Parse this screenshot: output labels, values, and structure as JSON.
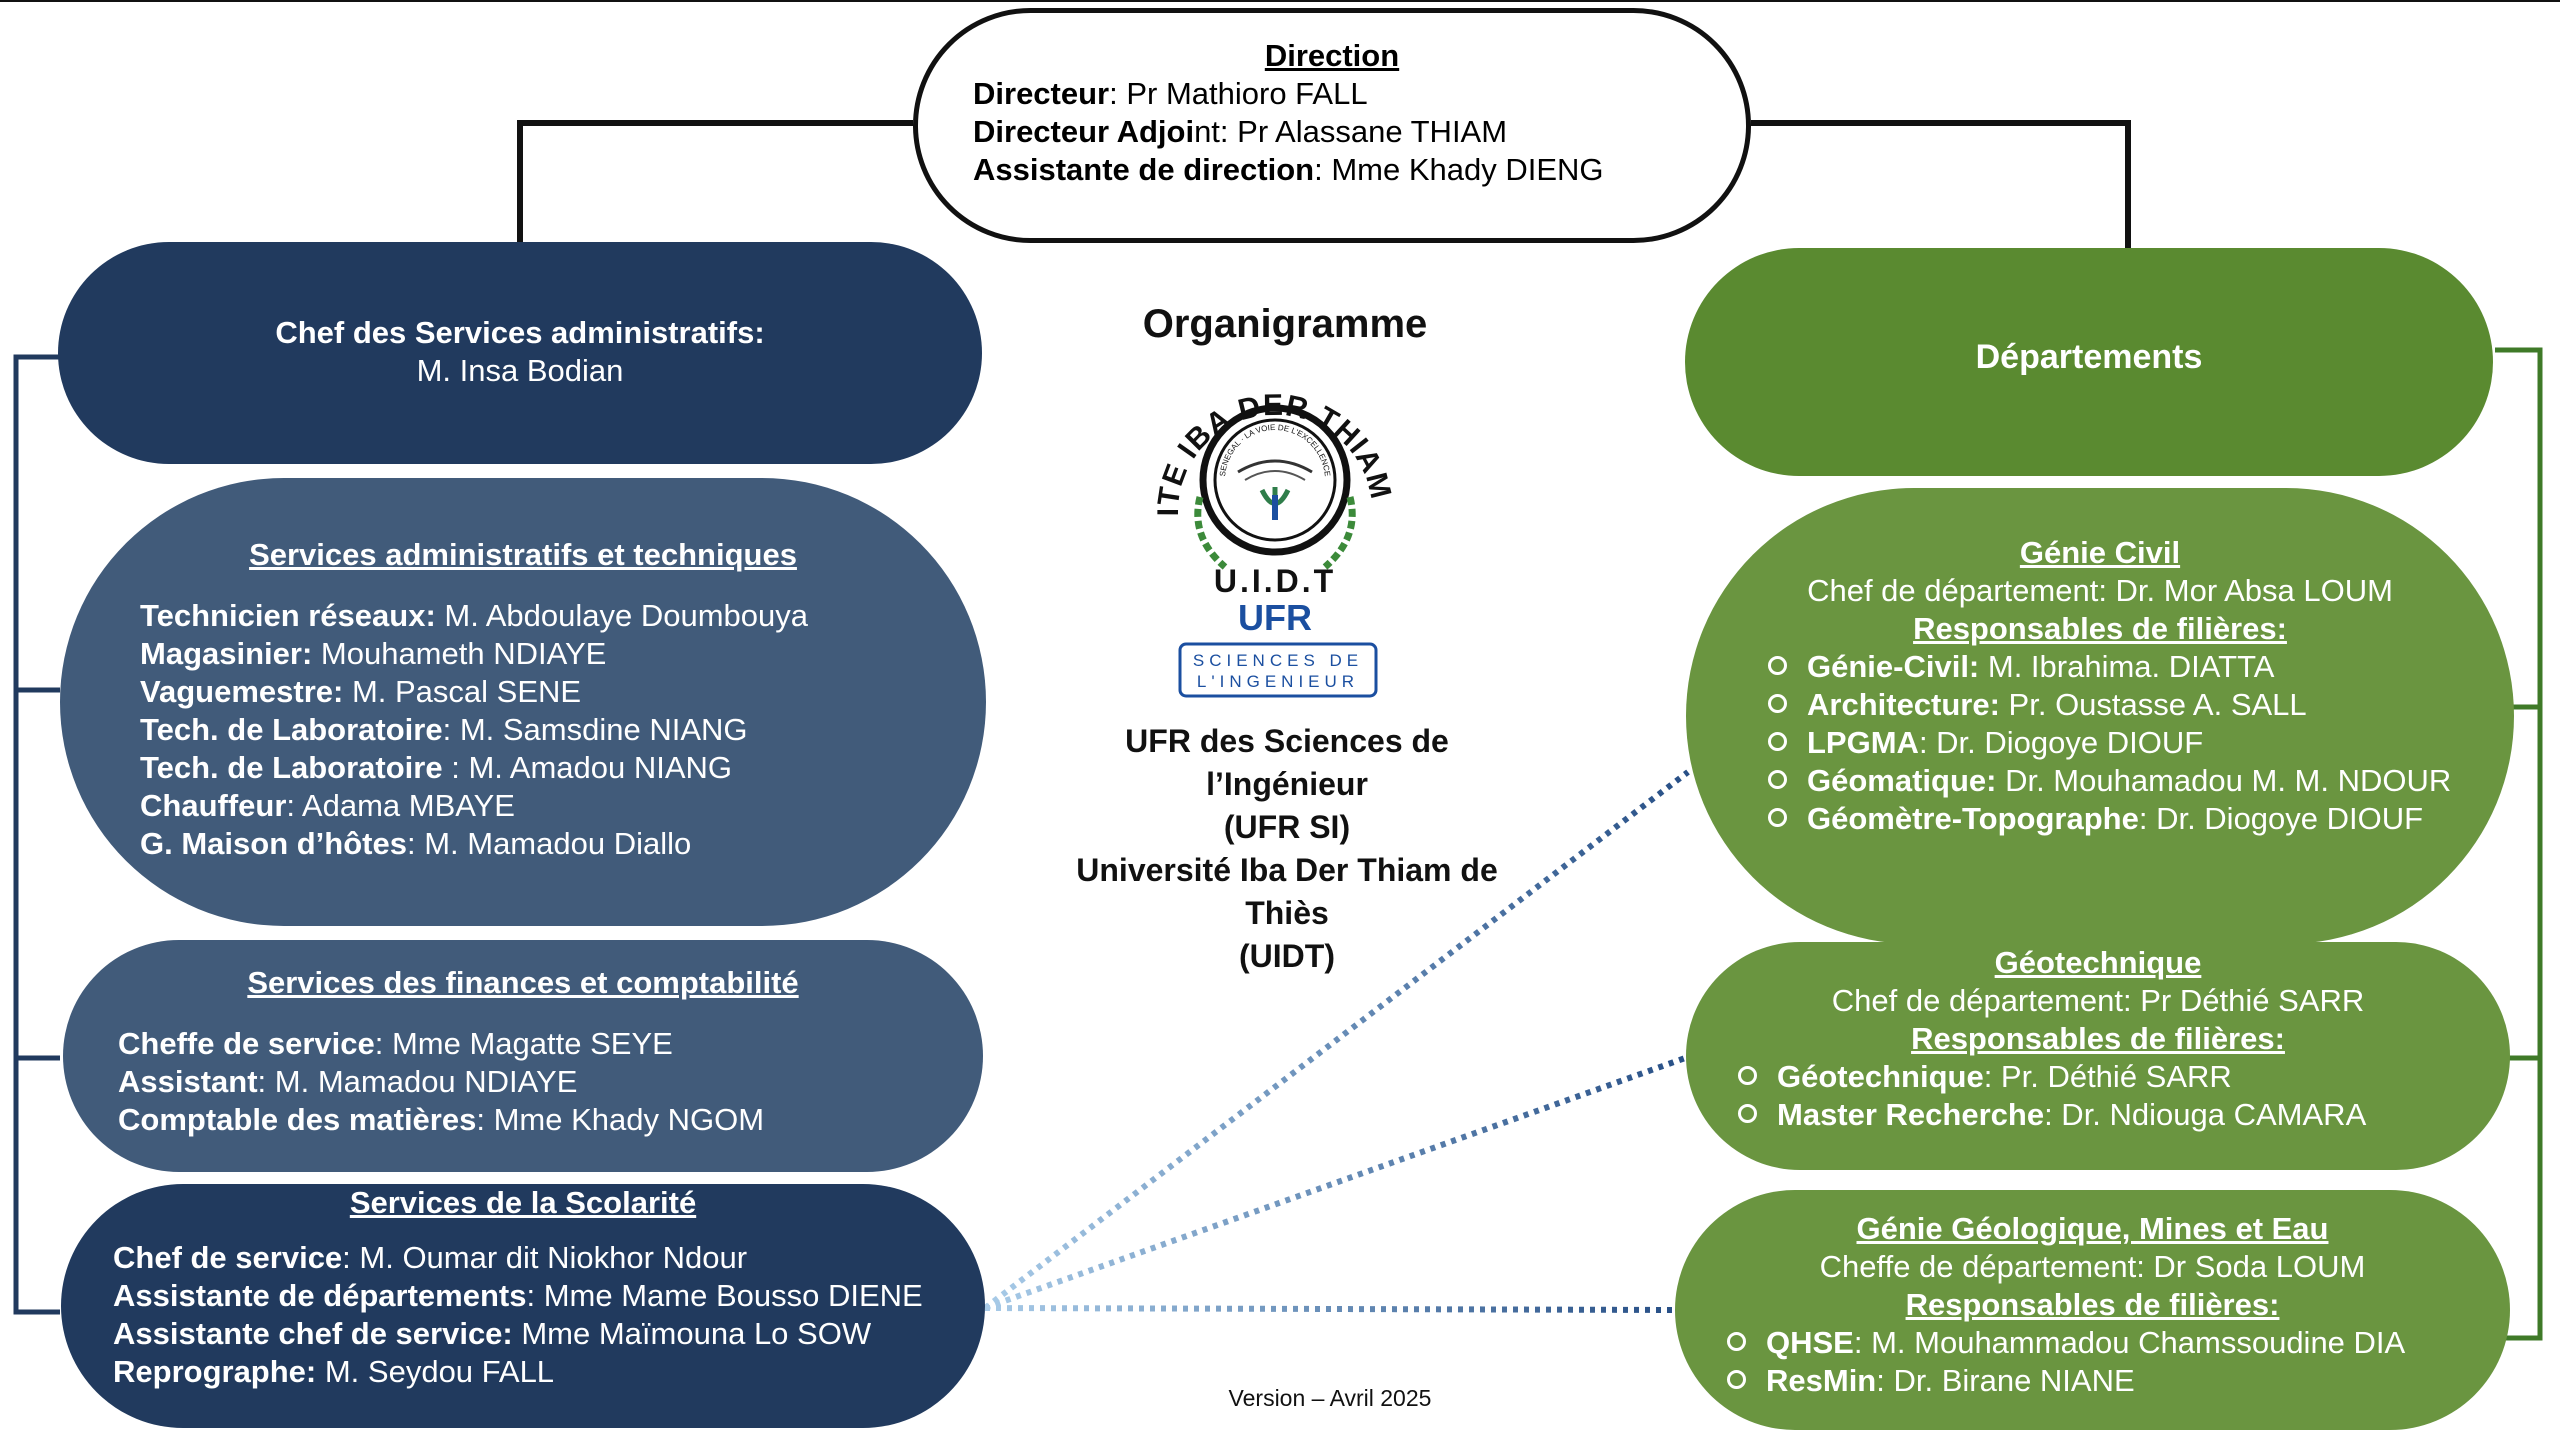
{
  "direction": {
    "title": "Direction",
    "lines": [
      {
        "label": "Directeur",
        "value": ": Pr Mathioro FALL"
      },
      {
        "label": "Directeur Adjoi",
        "value": "nt: Pr Alassane THIAM"
      },
      {
        "label": "Assistante de direction",
        "value": ": Mme Khady DIENG"
      }
    ]
  },
  "center": {
    "title": "Organigramme",
    "logo": {
      "ring_text": "UNIVERSITE IBA DER THIAM DE THIES",
      "motto": "SENEGAL · LA VOIE DE L'EXCELLENCE",
      "acronym": "U.I.D.T",
      "ufr": "UFR",
      "sciences_line1": "SCIENCES DE",
      "sciences_line2": "L'INGENIEUR"
    },
    "name_lines": [
      "UFR des Sciences de l’Ingénieur",
      "(UFR SI)",
      "Université Iba Der Thiam de Thiès",
      "(UIDT)"
    ],
    "version": "Version – Avril 2025"
  },
  "admin": {
    "chef": {
      "line1": "Chef des Services administratifs:",
      "line2": "M. Insa Bodian"
    },
    "techniques": {
      "title": "Services administratifs et techniques",
      "items": [
        {
          "label": "Technicien réseaux:",
          "value": " M. Abdoulaye Doumbouya"
        },
        {
          "label": "Magasinier:",
          "value": " Mouhameth NDIAYE"
        },
        {
          "label": "Vaguemestre:",
          "value": " M. Pascal SENE"
        },
        {
          "label": "Tech. de Laboratoire",
          "value": ": M. Samsdine NIANG"
        },
        {
          "label": "Tech. de Laboratoire ",
          "value": ": M. Amadou NIANG"
        },
        {
          "label": "Chauffeur",
          "value": ": Adama MBAYE"
        },
        {
          "label": "G. Maison d’hôtes",
          "value": ":  M. Mamadou Diallo"
        }
      ]
    },
    "finances": {
      "title": "Services des finances et comptabilité",
      "items": [
        {
          "label": "Cheffe de service",
          "value": ": Mme Magatte SEYE"
        },
        {
          "label": "Assistant",
          "value": ": M. Mamadou NDIAYE"
        },
        {
          "label": "Comptable des matières",
          "value": ": Mme Khady NGOM"
        }
      ]
    },
    "scolarite": {
      "title": "Services de la Scolarité",
      "items": [
        {
          "label": "Chef de service",
          "value": ": M. Oumar dit Niokhor Ndour"
        },
        {
          "label": "Assistante de départements",
          "value": ": Mme Mame Bousso DIENE"
        },
        {
          "label": "Assistante chef de service:",
          "value": " Mme Maïmouna Lo SOW"
        },
        {
          "label": "Reprographe:",
          "value": " M. Seydou FALL"
        }
      ]
    }
  },
  "departements": {
    "title": "Départements",
    "genie_civil": {
      "title": "Génie Civil",
      "chef": "Chef de département: Dr. Mor Absa LOUM",
      "resp_title": "Responsables de filières:",
      "items": [
        {
          "label": "Génie-Civil:",
          "value": " M. Ibrahima. DIATTA"
        },
        {
          "label": "Architecture:",
          "value": " Pr. Oustasse A. SALL"
        },
        {
          "label": "LPGMA",
          "value": ": Dr. Diogoye DIOUF"
        },
        {
          "label": "Géomatique:",
          "value": " Dr. Mouhamadou M. M. NDOUR"
        },
        {
          "label": "Géomètre-Topographe",
          "value": ":  Dr. Diogoye DIOUF"
        }
      ]
    },
    "geotechnique": {
      "title": "Géotechnique",
      "chef": "Chef de département: Pr Déthié SARR",
      "resp_title": "Responsables de filières:",
      "items": [
        {
          "label": "Géotechnique",
          "value": ": Pr. Déthié SARR"
        },
        {
          "label": "Master Recherche",
          "value": ": Dr. Ndiouga CAMARA"
        }
      ]
    },
    "geologique": {
      "title": "Génie Géologique, Mines et Eau",
      "chef": "Cheffe de département: Dr Soda LOUM",
      "resp_title": "Responsables de filières:",
      "items": [
        {
          "label": "QHSE",
          "value": ": M. Mouhammadou Chamssoudine DIA"
        },
        {
          "label": "ResMin",
          "value": ": Dr. Birane NIANE"
        }
      ]
    }
  },
  "colors": {
    "admin_dark": "#213a5e",
    "admin_mid": "#415b7a",
    "dept_dark": "#5a8a30",
    "dept_light": "#6a9540",
    "dotted_link": "#3b6fa6"
  }
}
